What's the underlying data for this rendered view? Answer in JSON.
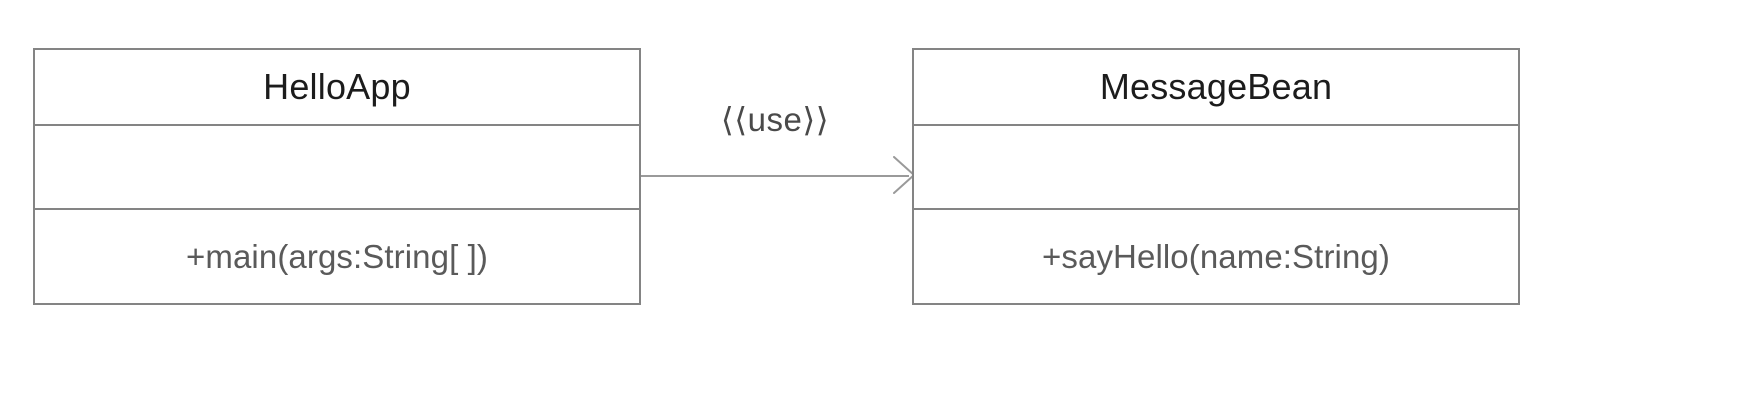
{
  "diagram": {
    "type": "uml-class-diagram",
    "background_color": "#ffffff",
    "border_color": "#848484",
    "line_color": "#9a9a9a",
    "name_text_color": "#1c1c1c",
    "member_text_color": "#5a5a5a"
  },
  "classes": [
    {
      "id": "hello-app",
      "name": "HelloApp",
      "attributes": [],
      "operations": [
        "+main(args:String[ ])"
      ]
    },
    {
      "id": "message-bean",
      "name": "MessageBean",
      "attributes": [],
      "operations": [
        "+sayHello(name:String)"
      ]
    }
  ],
  "relationships": [
    {
      "id": "use-dependency",
      "kind": "dependency",
      "stereotype": "⟨⟨use⟩⟩",
      "source": "HelloApp",
      "target": "MessageBean",
      "arrowhead": "open-arrow",
      "direction": "left-to-right"
    }
  ]
}
